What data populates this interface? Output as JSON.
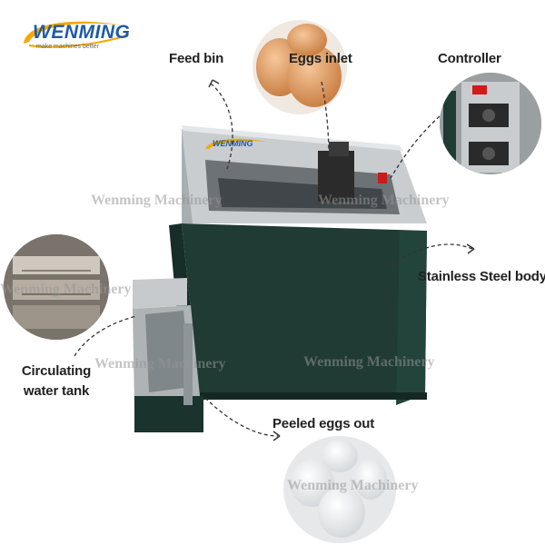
{
  "brand": {
    "name": "WENMING",
    "tagline": "make machines better",
    "plate_text": "WENMING",
    "colors": {
      "primary": "#1e5aa8",
      "accent": "#f2a900"
    }
  },
  "callouts": {
    "feed_bin": "Feed bin",
    "eggs_inlet": "Eggs inlet",
    "controller": "Controller",
    "stainless_body": "Stainless Steel body",
    "circulating_tank_line1": "Circulating",
    "circulating_tank_line2": "water tank",
    "peeled_out": "Peeled eggs out"
  },
  "watermarks": {
    "mark_1": "Wenming Machinery",
    "mark_2": "Wenming Machinery",
    "mark_3": "Wenming Machinery",
    "mark_4": "Wenming Machinery",
    "mark_5": "Wenming Machinery",
    "mark_6": "Wenming Machinery"
  },
  "colors": {
    "machine_green": "#1f3b33",
    "steel": "#c9cdd0",
    "arrow": "#333333"
  }
}
